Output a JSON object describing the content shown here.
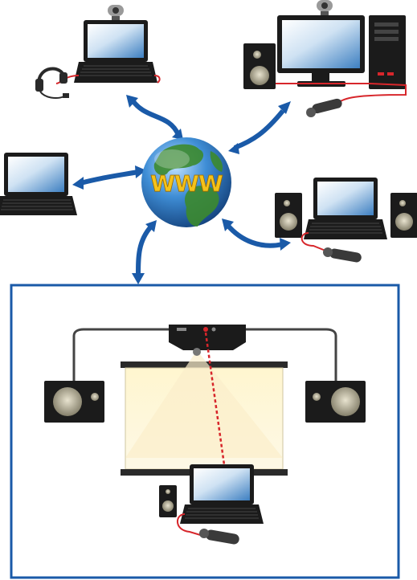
{
  "globe": {
    "label": "WWW",
    "label_color": "#f4c21a",
    "ocean_color": "#2f74b8",
    "land_color": "#3c8a2e"
  },
  "colors": {
    "arrow": "#1a5aa8",
    "cable": "#d7262b",
    "device_dark": "#1b1b1b",
    "screen": "#7fb0d8",
    "frame_border": "#1a5aa8",
    "laser": "#d7262b",
    "light_beam": "#fbf1c7"
  },
  "nodes": [
    {
      "name": "laptop-with-webcam-and-headset",
      "icons": [
        "laptop-icon",
        "webcam-icon",
        "headset-icon"
      ]
    },
    {
      "name": "desktop-with-webcam-speaker-microphone",
      "icons": [
        "monitor-icon",
        "webcam-icon",
        "pc-tower-icon",
        "speaker-icon",
        "microphone-icon"
      ]
    },
    {
      "name": "laptop",
      "icons": [
        "laptop-icon"
      ]
    },
    {
      "name": "laptop-with-speakers-and-microphone",
      "icons": [
        "laptop-icon",
        "speaker-icon",
        "microphone-icon"
      ]
    },
    {
      "name": "presentation-room",
      "icons": [
        "projector-icon",
        "projection-screen-icon",
        "speaker-icon",
        "laptop-icon",
        "microphone-icon"
      ]
    }
  ]
}
